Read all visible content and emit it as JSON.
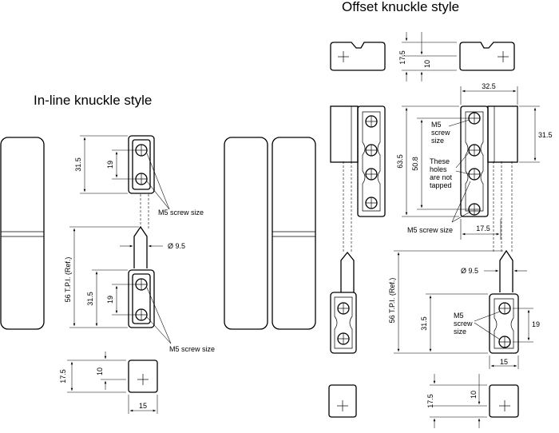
{
  "titles": {
    "inline": "In-line knuckle style",
    "offset": "Offset knuckle style"
  },
  "labels": {
    "m5_screw_size": "M5 screw size",
    "m5": "M5",
    "screw": "screw",
    "size": "size",
    "these": "These",
    "holes": "holes",
    "are_not": "are not",
    "tapped": "tapped"
  },
  "dims": {
    "d31_5": "31.5",
    "d19": "19",
    "d9_5": "Ø 9.5",
    "tpi": "56 T.P.I. (Ref.)",
    "d17_5": "17.5",
    "d10": "10",
    "d15": "15",
    "d32_5": "32.5",
    "d63_5": "63.5",
    "d50_8": "50.8"
  }
}
